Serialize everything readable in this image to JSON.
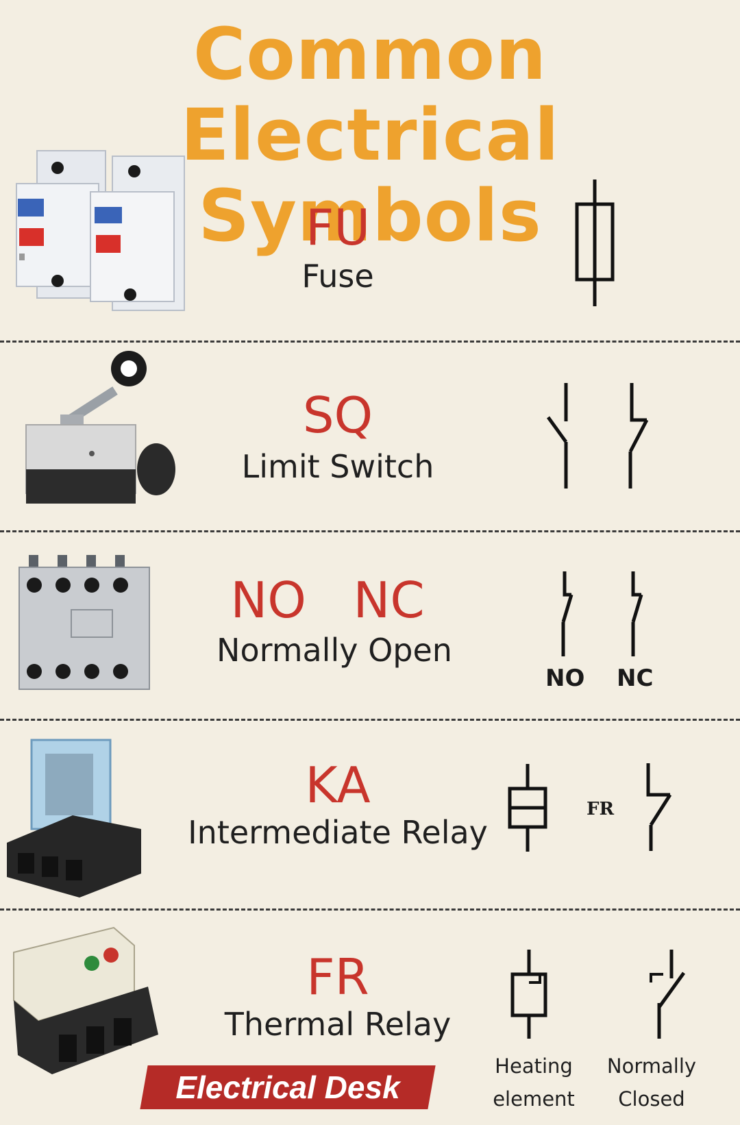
{
  "title": {
    "line1": "Common Electrical",
    "line2": "Symbols"
  },
  "sections": [
    {
      "code": "FU",
      "name": "Fuse",
      "photo_icon": "fuse-photo",
      "symbol_icon": "fuse-symbol"
    },
    {
      "code": "SQ",
      "name": "Limit Switch",
      "photo_icon": "limit-switch-photo",
      "symbol_icon": "limit-switch-symbol"
    },
    {
      "code": "NO   NC",
      "name": "Normally Open",
      "photo_icon": "contact-block-photo",
      "symbol_icon": "no-nc-contact-symbol",
      "symbol_labels": [
        "NO",
        "NC"
      ]
    },
    {
      "code": "KA",
      "name": "Intermediate Relay",
      "photo_icon": "relay-photo",
      "symbol_icon": "relay-coil-symbol",
      "symbol_mark": "FR"
    },
    {
      "code": "FR",
      "name": "Thermal Relay",
      "photo_icon": "thermal-relay-photo",
      "symbol_icon": "thermal-relay-symbol",
      "symbol_labels": [
        "Heating element",
        "Normally Closed"
      ]
    }
  ],
  "brand": "Electrical Desk",
  "colors": {
    "title": "#eea22e",
    "code": "#c8352c",
    "background": "#f3eee2",
    "brand_bg": "#b52b27"
  }
}
